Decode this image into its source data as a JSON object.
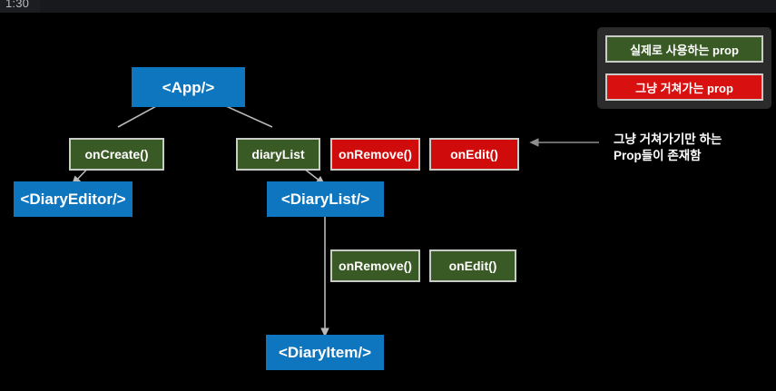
{
  "player": {
    "timestamp": "1:30"
  },
  "legend": {
    "items": [
      {
        "label": "실제로 사용하는 prop",
        "color": "#3a5a25",
        "kind": "used-prop"
      },
      {
        "label": "그냥 거쳐가는 prop",
        "color": "#d81010",
        "kind": "passthrough-prop"
      }
    ]
  },
  "annotation": {
    "line1": "그냥 거쳐가기만 하는",
    "line2": "Prop들이 존재함"
  },
  "diagram": {
    "title": "React component prop drilling tree",
    "colors": {
      "component": "#0d76bf",
      "used_prop": "#3a5a25",
      "passthrough_prop": "#cf0b0b",
      "edge": "#b9b9b9",
      "background": "#000000"
    },
    "nodes": {
      "app": "<App/>",
      "on_create": "onCreate()",
      "diary_list_prop": "diaryList",
      "on_remove_app": "onRemove()",
      "on_edit_app": "onEdit()",
      "diary_editor": "<DiaryEditor/>",
      "diary_list_component": "<DiaryList/>",
      "on_remove_list": "onRemove()",
      "on_edit_list": "onEdit()",
      "diary_item": "<DiaryItem/>"
    }
  }
}
